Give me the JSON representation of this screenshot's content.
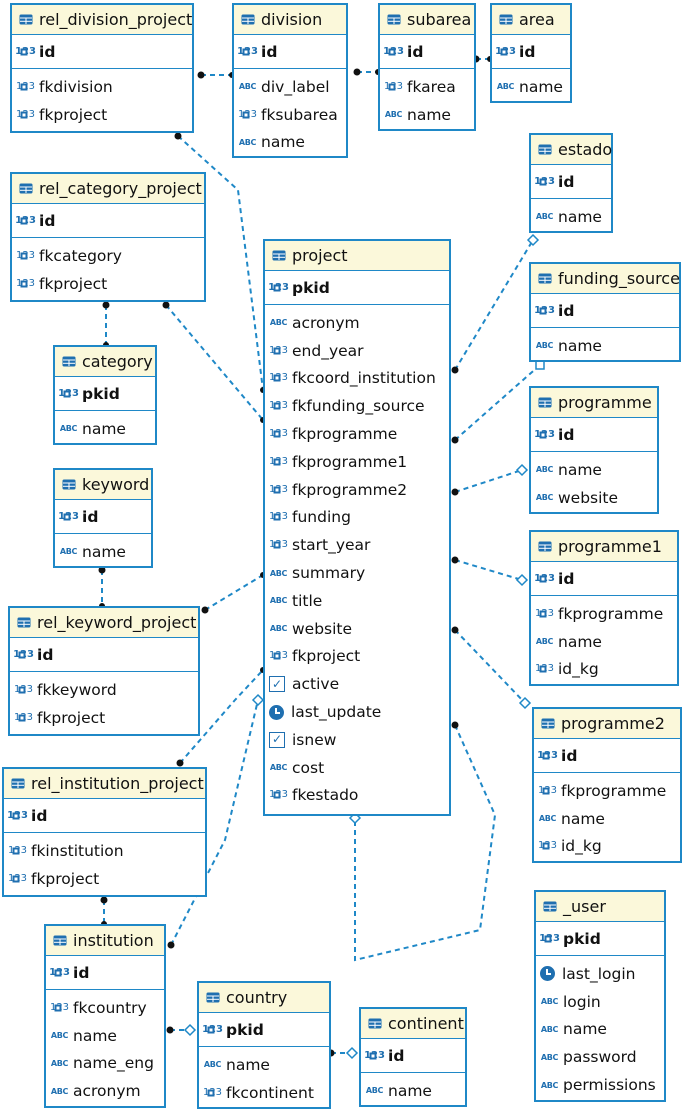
{
  "diagram": {
    "entities": [
      {
        "id": "rel_division_project",
        "name": "rel_division_project",
        "pk": [
          {
            "name": "id",
            "type": "number"
          }
        ],
        "attrs": [
          {
            "name": "fkdivision",
            "type": "number"
          },
          {
            "name": "fkproject",
            "type": "number"
          }
        ]
      },
      {
        "id": "division",
        "name": "division",
        "pk": [
          {
            "name": "id",
            "type": "number"
          }
        ],
        "attrs": [
          {
            "name": "div_label",
            "type": "text"
          },
          {
            "name": "fksubarea",
            "type": "number"
          },
          {
            "name": "name",
            "type": "text"
          }
        ]
      },
      {
        "id": "subarea",
        "name": "subarea",
        "pk": [
          {
            "name": "id",
            "type": "number"
          }
        ],
        "attrs": [
          {
            "name": "fkarea",
            "type": "number"
          },
          {
            "name": "name",
            "type": "text"
          }
        ]
      },
      {
        "id": "area",
        "name": "area",
        "pk": [
          {
            "name": "id",
            "type": "number"
          }
        ],
        "attrs": [
          {
            "name": "name",
            "type": "text"
          }
        ]
      },
      {
        "id": "rel_category_project",
        "name": "rel_category_project",
        "pk": [
          {
            "name": "id",
            "type": "number"
          }
        ],
        "attrs": [
          {
            "name": "fkcategory",
            "type": "number"
          },
          {
            "name": "fkproject",
            "type": "number"
          }
        ]
      },
      {
        "id": "category",
        "name": "category",
        "pk": [
          {
            "name": "pkid",
            "type": "number"
          }
        ],
        "attrs": [
          {
            "name": "name",
            "type": "text"
          }
        ]
      },
      {
        "id": "keyword",
        "name": "keyword",
        "pk": [
          {
            "name": "id",
            "type": "number"
          }
        ],
        "attrs": [
          {
            "name": "name",
            "type": "text"
          }
        ]
      },
      {
        "id": "rel_keyword_project",
        "name": "rel_keyword_project",
        "pk": [
          {
            "name": "id",
            "type": "number"
          }
        ],
        "attrs": [
          {
            "name": "fkkeyword",
            "type": "number"
          },
          {
            "name": "fkproject",
            "type": "number"
          }
        ]
      },
      {
        "id": "rel_institution_project",
        "name": "rel_institution_project",
        "pk": [
          {
            "name": "id",
            "type": "number"
          }
        ],
        "attrs": [
          {
            "name": "fkinstitution",
            "type": "number"
          },
          {
            "name": "fkproject",
            "type": "number"
          }
        ]
      },
      {
        "id": "institution",
        "name": "institution",
        "pk": [
          {
            "name": "id",
            "type": "number"
          }
        ],
        "attrs": [
          {
            "name": "fkcountry",
            "type": "number"
          },
          {
            "name": "name",
            "type": "text"
          },
          {
            "name": "name_eng",
            "type": "text"
          },
          {
            "name": "acronym",
            "type": "text"
          }
        ]
      },
      {
        "id": "country",
        "name": "country",
        "pk": [
          {
            "name": "pkid",
            "type": "number"
          }
        ],
        "attrs": [
          {
            "name": "name",
            "type": "text"
          },
          {
            "name": "fkcontinent",
            "type": "number"
          }
        ]
      },
      {
        "id": "continent",
        "name": "continent",
        "pk": [
          {
            "name": "id",
            "type": "number"
          }
        ],
        "attrs": [
          {
            "name": "name",
            "type": "text"
          }
        ]
      },
      {
        "id": "project",
        "name": "project",
        "pk": [
          {
            "name": "pkid",
            "type": "number"
          }
        ],
        "attrs": [
          {
            "name": "acronym",
            "type": "text"
          },
          {
            "name": "end_year",
            "type": "number"
          },
          {
            "name": "fkcoord_institution",
            "type": "number"
          },
          {
            "name": "fkfunding_source",
            "type": "number"
          },
          {
            "name": "fkprogramme",
            "type": "number"
          },
          {
            "name": "fkprogramme1",
            "type": "number"
          },
          {
            "name": "fkprogramme2",
            "type": "number"
          },
          {
            "name": "funding",
            "type": "number"
          },
          {
            "name": "start_year",
            "type": "number"
          },
          {
            "name": "summary",
            "type": "text"
          },
          {
            "name": "title",
            "type": "text"
          },
          {
            "name": "website",
            "type": "text"
          },
          {
            "name": "fkproject",
            "type": "number"
          },
          {
            "name": "active",
            "type": "bool"
          },
          {
            "name": "last_update",
            "type": "time"
          },
          {
            "name": "isnew",
            "type": "bool"
          },
          {
            "name": "cost",
            "type": "text"
          },
          {
            "name": "fkestado",
            "type": "number"
          }
        ]
      },
      {
        "id": "estado",
        "name": "estado",
        "pk": [
          {
            "name": "id",
            "type": "number"
          }
        ],
        "attrs": [
          {
            "name": "name",
            "type": "text"
          }
        ]
      },
      {
        "id": "funding_source",
        "name": "funding_source",
        "pk": [
          {
            "name": "id",
            "type": "number"
          }
        ],
        "attrs": [
          {
            "name": "name",
            "type": "text"
          }
        ]
      },
      {
        "id": "programme",
        "name": "programme",
        "pk": [
          {
            "name": "id",
            "type": "number"
          }
        ],
        "attrs": [
          {
            "name": "name",
            "type": "text"
          },
          {
            "name": "website",
            "type": "text"
          }
        ]
      },
      {
        "id": "programme1",
        "name": "programme1",
        "pk": [
          {
            "name": "id",
            "type": "number"
          }
        ],
        "attrs": [
          {
            "name": "fkprogramme",
            "type": "number"
          },
          {
            "name": "name",
            "type": "text"
          },
          {
            "name": "id_kg",
            "type": "number"
          }
        ]
      },
      {
        "id": "programme2",
        "name": "programme2",
        "pk": [
          {
            "name": "id",
            "type": "number"
          }
        ],
        "attrs": [
          {
            "name": "fkprogramme",
            "type": "number"
          },
          {
            "name": "name",
            "type": "text"
          },
          {
            "name": "id_kg",
            "type": "number"
          }
        ]
      },
      {
        "id": "_user",
        "name": "_user",
        "pk": [
          {
            "name": "pkid",
            "type": "number"
          }
        ],
        "attrs": [
          {
            "name": "last_login",
            "type": "time"
          },
          {
            "name": "login",
            "type": "text"
          },
          {
            "name": "name",
            "type": "text"
          },
          {
            "name": "password",
            "type": "text"
          },
          {
            "name": "permissions",
            "type": "text"
          }
        ]
      }
    ],
    "icons": {
      "table": "table-icon",
      "number": "numeric-key-icon",
      "text": "abc-text-icon",
      "bool": "checkbox-icon",
      "time": "clock-icon"
    },
    "icon_glyphs": {
      "number": "123",
      "text": "ABC",
      "bool": "✓"
    },
    "colors": {
      "border": "#1f88c7",
      "header": "#fbf8da",
      "link": "#1f88c7",
      "text": "#111111"
    }
  }
}
